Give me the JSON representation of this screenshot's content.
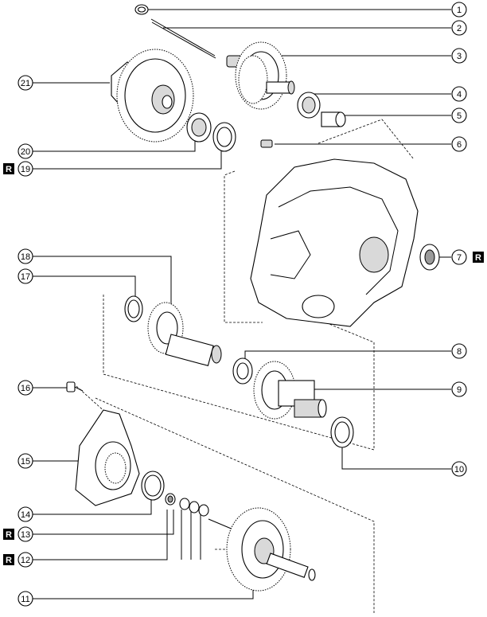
{
  "callouts": [
    {
      "id": "1",
      "label": "1"
    },
    {
      "id": "2",
      "label": "2"
    },
    {
      "id": "3",
      "label": "3"
    },
    {
      "id": "4",
      "label": "4"
    },
    {
      "id": "5",
      "label": "5"
    },
    {
      "id": "6",
      "label": "6"
    },
    {
      "id": "7",
      "label": "7"
    },
    {
      "id": "8",
      "label": "8"
    },
    {
      "id": "9",
      "label": "9"
    },
    {
      "id": "10",
      "label": "10"
    },
    {
      "id": "11",
      "label": "11"
    },
    {
      "id": "12",
      "label": "12"
    },
    {
      "id": "13",
      "label": "13"
    },
    {
      "id": "14",
      "label": "14"
    },
    {
      "id": "15",
      "label": "15"
    },
    {
      "id": "16",
      "label": "16"
    },
    {
      "id": "17",
      "label": "17"
    },
    {
      "id": "18",
      "label": "18"
    },
    {
      "id": "19",
      "label": "19"
    },
    {
      "id": "20",
      "label": "20"
    },
    {
      "id": "21",
      "label": "21"
    }
  ],
  "replace_badge": "R"
}
